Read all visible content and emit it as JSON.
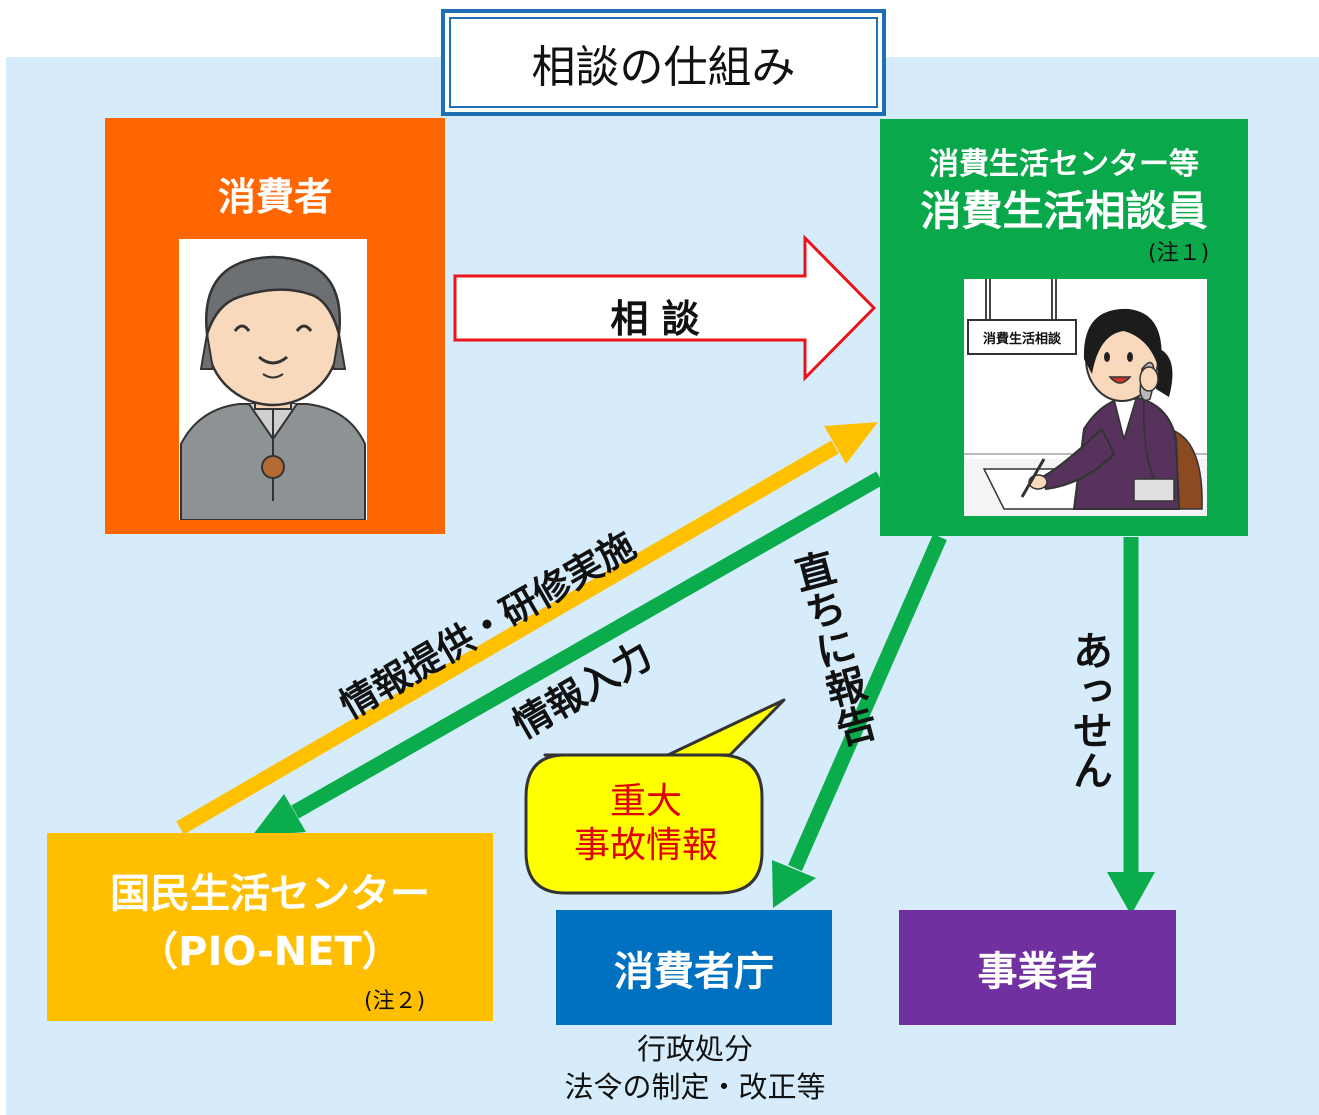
{
  "title": "相談の仕組み",
  "consumer": {
    "label": "消費者"
  },
  "consultation_arrow": {
    "label": "相 談"
  },
  "center": {
    "line1": "消費生活センター等",
    "line2": "消費生活相談員",
    "note": "(注１)",
    "sign": "消費生活相談"
  },
  "pio": {
    "line1": "国民生活センター",
    "line2": "（PIO-NET）",
    "note": "(注２)"
  },
  "caa": {
    "label": "消費者庁",
    "actions_line1": "行政処分",
    "actions_line2": "法令の制定・改正等"
  },
  "business": {
    "label": "事業者"
  },
  "edges": {
    "info_training": "情報提供・研修実施",
    "info_input": "情報入力",
    "immediate_report": "直ちに報告",
    "mediation": "あっせん"
  },
  "callout": {
    "line1": "重大",
    "line2": "事故情報"
  },
  "colors": {
    "panel": "#d6ecfb",
    "consumer": "#ff6600",
    "center": "#09a94b",
    "pio": "#ffbf00",
    "caa": "#0070c0",
    "business": "#7030a0",
    "green_arrow": "#0aac4c",
    "yellow_arrow": "#ffc000",
    "red_outline": "#e8141b",
    "callout_fill": "#ffff00",
    "callout_text": "#e00000"
  }
}
